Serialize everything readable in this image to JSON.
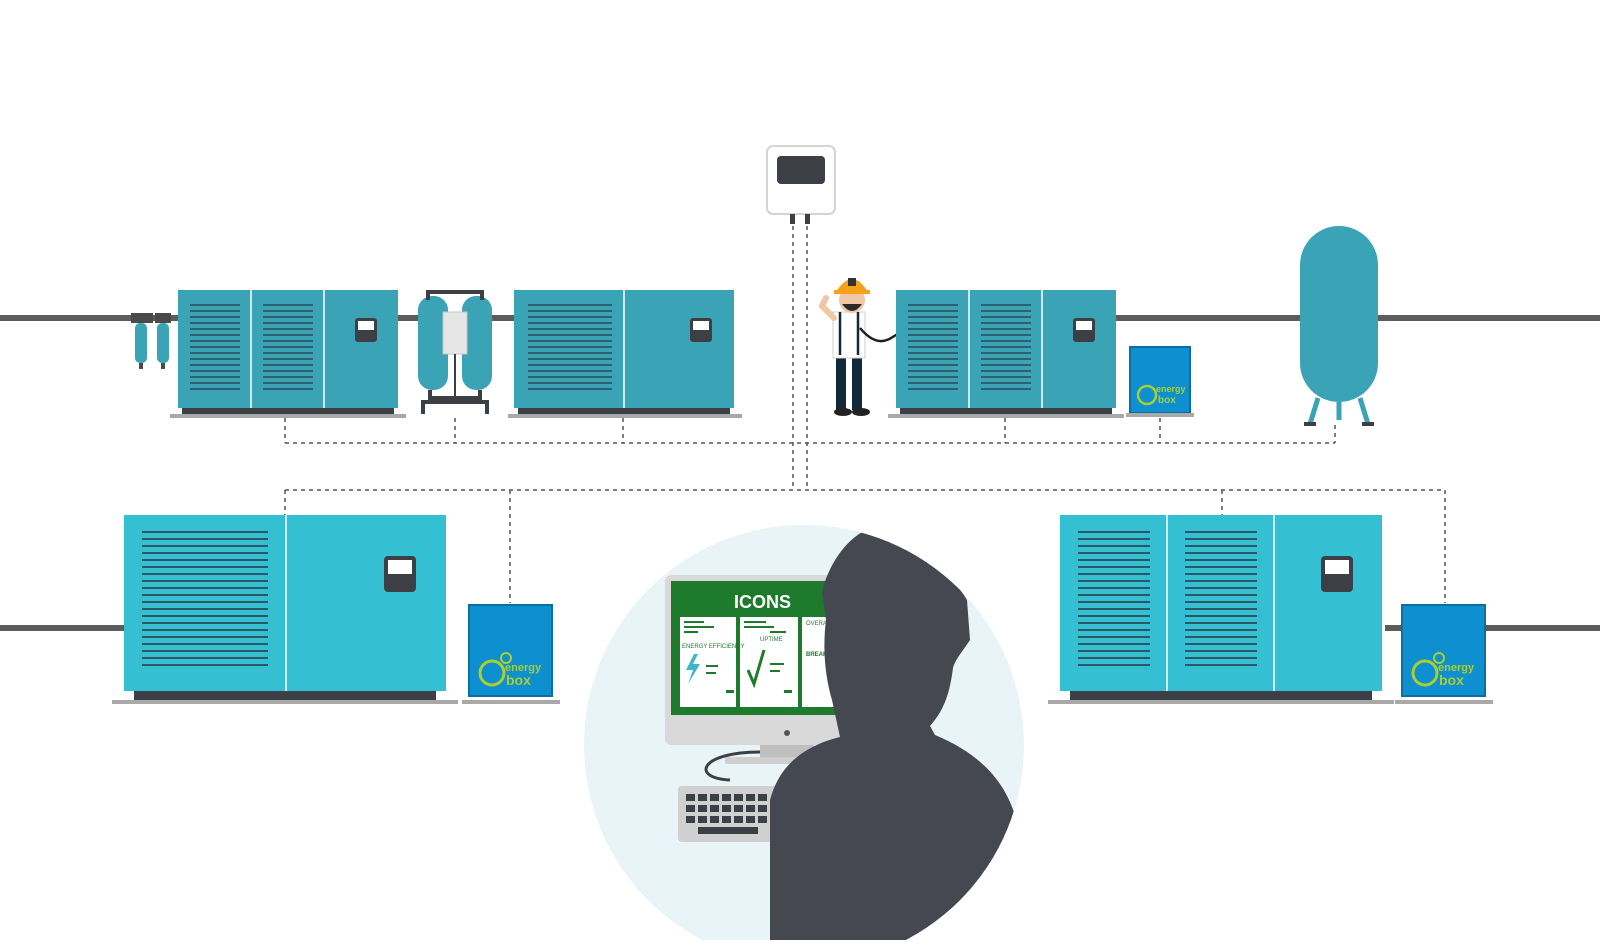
{
  "colors": {
    "compressor": "#3ba3b6",
    "compressor_light": "#35bfd3",
    "energybox": "#0d8fd0",
    "energybox_text": "#a8cf2f",
    "pipe": "#5c5c5c",
    "screen_green": "#1e7a2c",
    "silhouette": "#454851",
    "circle_bg": "#e8f4f7",
    "hardhat": "#f4a11c"
  },
  "energybox_label": {
    "line1": "energy",
    "line2": "box"
  },
  "monitor": {
    "brand": "ICONS",
    "panel_energy": "ENERGY EFFICIENCY",
    "panel_uptime": "UPTIME",
    "panel_overall": "OVERA",
    "panel_breakdown": "BREAKDOW"
  }
}
